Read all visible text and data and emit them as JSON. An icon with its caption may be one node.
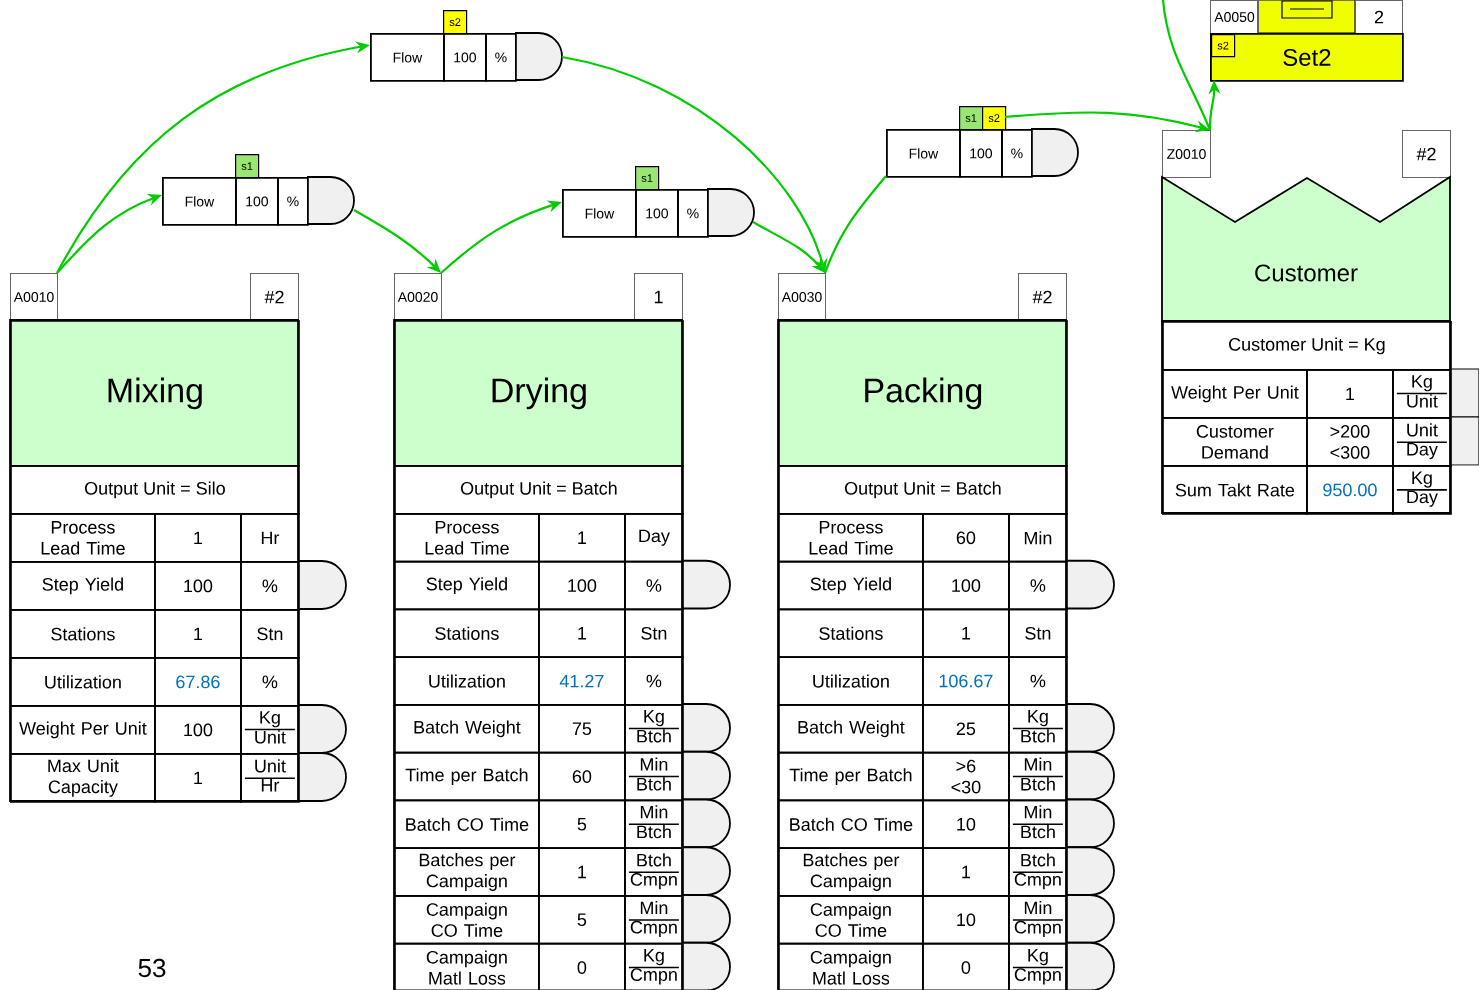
{
  "diagram": {
    "nodes": [
      {
        "text": [
          "A0010",
          "#2",
          "Mixing",
          "Output Unit = Silo"
        ]
      },
      {
        "text": [
          "Process Lead Time",
          "1",
          "Hr"
        ],
        "in": 0
      },
      {
        "text": [
          "Step Yield",
          "100",
          "%"
        ],
        "in": 0
      },
      {
        "text": [
          "Stations",
          "1",
          "Stn"
        ],
        "in": 0
      },
      {
        "text": [
          "Utilization",
          "67.86",
          "%"
        ],
        "in": 0
      },
      {
        "text": [
          "Weight Per Unit",
          "100",
          "Kg",
          "Unit"
        ],
        "in": 0
      },
      {
        "text": [
          "Max Unit Capacity",
          "1",
          "Unit",
          "Hr"
        ],
        "in": 0
      },
      {
        "text": [
          "A0020",
          "1",
          "Drying",
          "Output Unit = Batch"
        ]
      },
      {
        "text": [
          "Process Lead Time",
          "1",
          "Day"
        ],
        "in": 7
      },
      {
        "text": [
          "Step Yield",
          "100",
          "%"
        ],
        "in": 7
      },
      {
        "text": [
          "Stations",
          "1",
          "Stn"
        ],
        "in": 7
      },
      {
        "text": [
          "Utilization",
          "41.27",
          "%"
        ],
        "in": 7
      },
      {
        "text": [
          "Batch Weight",
          "75",
          "Kg",
          "Btch"
        ],
        "in": 7
      },
      {
        "text": [
          "Time per Batch",
          "60",
          "Min",
          "Btch"
        ],
        "in": 7
      },
      {
        "text": [
          "Batch CO Time",
          "5",
          "Min",
          "Btch"
        ],
        "in": 7
      },
      {
        "text": [
          "Batches per Campaign",
          "1",
          "Btch",
          "Cmpn"
        ],
        "in": 7
      },
      {
        "text": [
          "Campaign CO Time",
          "5",
          "Min",
          "Cmpn"
        ],
        "in": 7
      },
      {
        "text": [
          "Campaign Matl Loss",
          "0",
          "Kg",
          "Cmpn"
        ],
        "in": 7
      },
      {
        "text": [
          "A0030",
          "#2",
          "Packing",
          "Output Unit = Batch"
        ]
      },
      {
        "text": [
          "Process Lead Time",
          "60",
          "Min"
        ],
        "in": 18
      },
      {
        "text": [
          "Step Yield",
          "100",
          "%"
        ],
        "in": 18
      },
      {
        "text": [
          "Stations",
          "1",
          "Stn"
        ],
        "in": 18
      },
      {
        "text": [
          "Utilization",
          "106.67",
          "%"
        ],
        "in": 18
      },
      {
        "text": [
          "Batch Weight",
          "25",
          "Kg",
          "Btch"
        ],
        "in": 18
      },
      {
        "text": [
          "Time per Batch",
          ">6 <30",
          "Min",
          "Btch"
        ],
        "in": 18
      },
      {
        "text": [
          "Batch CO Time",
          "10",
          "Min",
          "Btch"
        ],
        "in": 18
      },
      {
        "text": [
          "Batches per Campaign",
          "1",
          "Btch",
          "Cmpn"
        ],
        "in": 18
      },
      {
        "text": [
          "Campaign CO Time",
          "10",
          "Min",
          "Cmpn"
        ],
        "in": 18
      },
      {
        "text": [
          "Campaign Matl Loss",
          "0",
          "Kg",
          "Cmpn"
        ],
        "in": 18
      },
      {
        "text": [
          "Z0010",
          "#2",
          "Customer",
          "Customer Unit = Kg"
        ]
      },
      {
        "text": [
          "Weight Per Unit",
          "1",
          "Kg",
          "Unit"
        ],
        "in": 29
      },
      {
        "text": [
          "Customer Demand",
          ">200 <300",
          "Unit",
          "Day"
        ],
        "in": 29
      },
      {
        "text": [
          "Sum Takt Rate",
          "950.00",
          "Kg",
          "Day"
        ],
        "in": 29
      },
      {
        "text": [
          "s2",
          "Flow",
          "100",
          "%"
        ]
      },
      {
        "text": [
          "s1",
          "Flow",
          "100",
          "%"
        ]
      },
      {
        "text": [
          "s1",
          "Flow",
          "100",
          "%"
        ]
      },
      {
        "text": [
          "s1",
          "s2",
          "Flow",
          "100",
          "%"
        ]
      },
      {
        "text": [
          "A0050",
          "2",
          "s2",
          "Set2"
        ]
      }
    ],
    "edges": [
      {
        "from": 0,
        "to": 33,
        "arrow": "to"
      },
      {
        "from": 0,
        "to": 34,
        "arrow": "to"
      },
      {
        "from": 34,
        "to": 7,
        "arrow": "to"
      },
      {
        "from": 7,
        "to": 35,
        "arrow": "to"
      },
      {
        "from": 35,
        "to": 18,
        "arrow": "to"
      },
      {
        "from": 33,
        "to": 18,
        "arrow": "to"
      },
      {
        "from": 18,
        "to": 36,
        "arrow": "none"
      },
      {
        "from": 36,
        "to": 29,
        "arrow": "to"
      },
      {
        "from": 29,
        "to": 37,
        "arrow": "to"
      },
      {
        "from": null,
        "to": 29,
        "arrow": "none"
      }
    ],
    "labels": [
      "53"
    ]
  }
}
